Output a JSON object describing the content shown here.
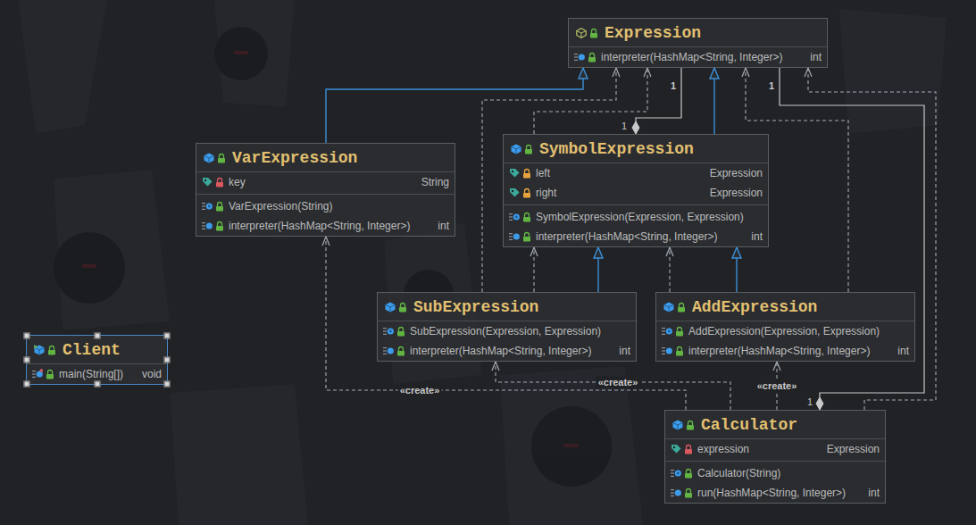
{
  "diagram": {
    "nodes": [
      {
        "text": [
          "Expression",
          "interpreter(HashMap<String, Integer>)",
          "int"
        ]
      },
      {
        "text": [
          "VarExpression",
          "key",
          "String",
          "VarExpression(String)",
          "interpreter(HashMap<String, Integer>)",
          "int"
        ]
      },
      {
        "text": [
          "SymbolExpression",
          "left",
          "Expression",
          "right",
          "Expression",
          "SymbolExpression(Expression, Expression)",
          "interpreter(HashMap<String, Integer>)",
          "int"
        ]
      },
      {
        "text": [
          "SubExpression",
          "SubExpression(Expression, Expression)",
          "interpreter(HashMap<String, Integer>)",
          "int"
        ]
      },
      {
        "text": [
          "AddExpression",
          "AddExpression(Expression, Expression)",
          "interpreter(HashMap<String, Integer>)",
          "int"
        ]
      },
      {
        "text": [
          "Client",
          "main(String[])",
          "void"
        ]
      },
      {
        "text": [
          "Calculator",
          "expression",
          "Expression",
          "Calculator(String)",
          "run(HashMap<String, Integer>)",
          "int"
        ]
      }
    ],
    "edges": [
      {
        "from": 1,
        "to": 0,
        "arrow": "to"
      },
      {
        "from": 2,
        "to": 0,
        "arrow": "to"
      },
      {
        "from": 2,
        "to": 0,
        "arrow": "to"
      },
      {
        "from": 0,
        "to": 2,
        "arrow": "to",
        "label": "1"
      },
      {
        "from": 3,
        "to": 2,
        "arrow": "to"
      },
      {
        "from": 3,
        "to": 2,
        "arrow": "to"
      },
      {
        "from": 3,
        "to": 0,
        "arrow": "to"
      },
      {
        "from": 4,
        "to": 2,
        "arrow": "to"
      },
      {
        "from": 4,
        "to": 2,
        "arrow": "to"
      },
      {
        "from": 4,
        "to": 0,
        "arrow": "to"
      },
      {
        "from": 0,
        "to": 6,
        "arrow": "to",
        "label": "1"
      },
      {
        "from": 6,
        "to": 0,
        "arrow": "to"
      },
      {
        "from": 6,
        "to": 1,
        "arrow": "to",
        "label": "«create»"
      },
      {
        "from": 6,
        "to": 3,
        "arrow": "to",
        "label": "«create»"
      },
      {
        "from": 6,
        "to": 4,
        "arrow": "to",
        "label": "«create»"
      }
    ],
    "labels": [
      "1",
      "1"
    ]
  }
}
